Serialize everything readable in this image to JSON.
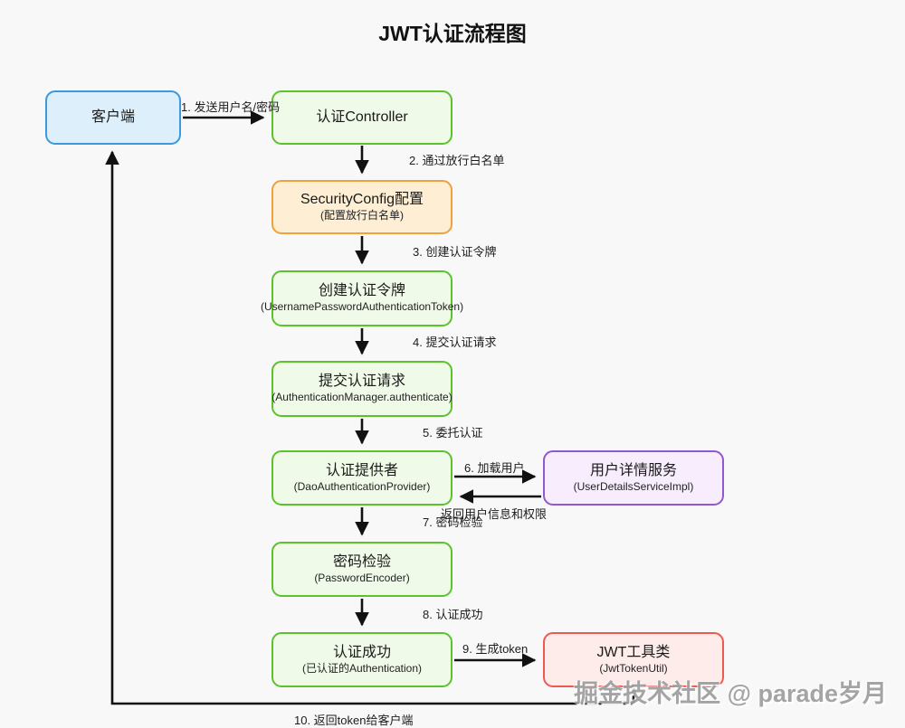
{
  "title": "JWT认证流程图",
  "watermark": "掘金技术社区 @ parade岁月",
  "colors": {
    "background": "#f8f8f8",
    "client_border": "#3b99dd",
    "client_fill": "#ddeffa",
    "green_border": "#5bc22c",
    "green_fill": "#f0fae8",
    "orange_border": "#eda23d",
    "orange_fill": "#fdeed4",
    "purple_border": "#9059d1",
    "purple_fill": "#f7edfd",
    "red_border": "#ef5a50",
    "red_fill": "#fdecea",
    "arrow": "#111111"
  },
  "nodes": {
    "client": {
      "label": "客户端"
    },
    "controller": {
      "label": "认证Controller"
    },
    "security": {
      "label": "SecurityConfig配置",
      "sub": "(配置放行白名单)"
    },
    "create_token": {
      "label": "创建认证令牌",
      "sub": "(UsernamePasswordAuthenticationToken)"
    },
    "submit_auth": {
      "label": "提交认证请求",
      "sub": "(AuthenticationManager.authenticate)"
    },
    "auth_provider": {
      "label": "认证提供者",
      "sub": "(DaoAuthenticationProvider)"
    },
    "user_details": {
      "label": "用户详情服务",
      "sub": "(UserDetailsServiceImpl)"
    },
    "password": {
      "label": "密码检验",
      "sub": "(PasswordEncoder)"
    },
    "auth_success": {
      "label": "认证成功",
      "sub": "(已认证的Authentication)"
    },
    "jwt_util": {
      "label": "JWT工具类",
      "sub": "(JwtTokenUtil)"
    }
  },
  "edges": {
    "e1": "1. 发送用户名/密码",
    "e2": "2. 通过放行白名单",
    "e3": "3. 创建认证令牌",
    "e4": "4. 提交认证请求",
    "e5": "5. 委托认证",
    "e6": "6. 加载用户",
    "e6r": "返回用户信息和权限",
    "e7": "7. 密码检验",
    "e8": "8. 认证成功",
    "e9": "9. 生成token",
    "e10": "10. 返回token给客户端"
  }
}
